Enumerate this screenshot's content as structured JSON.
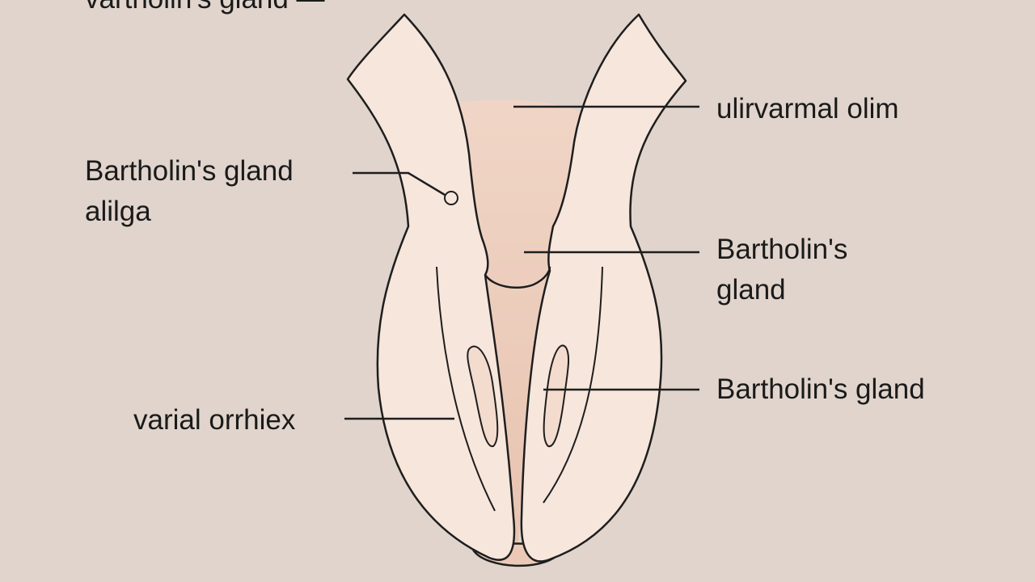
{
  "labels": {
    "top_left": "vartholin's gland —",
    "upper_right": "ulirvarmal olim",
    "left_mid_line1": "Bartholin's gland",
    "left_mid_line2": "alilga",
    "right_mid_line1": "Bartholin's",
    "right_mid_line2": "gland",
    "right_lower": "Bartholin's gland",
    "left_lower": "varial orrhiex"
  },
  "colors": {
    "background": "#e0d4cc",
    "tissue": "#f7e6dc",
    "inner_shade": "#ecc8b6",
    "outline": "#1e1e1e"
  }
}
